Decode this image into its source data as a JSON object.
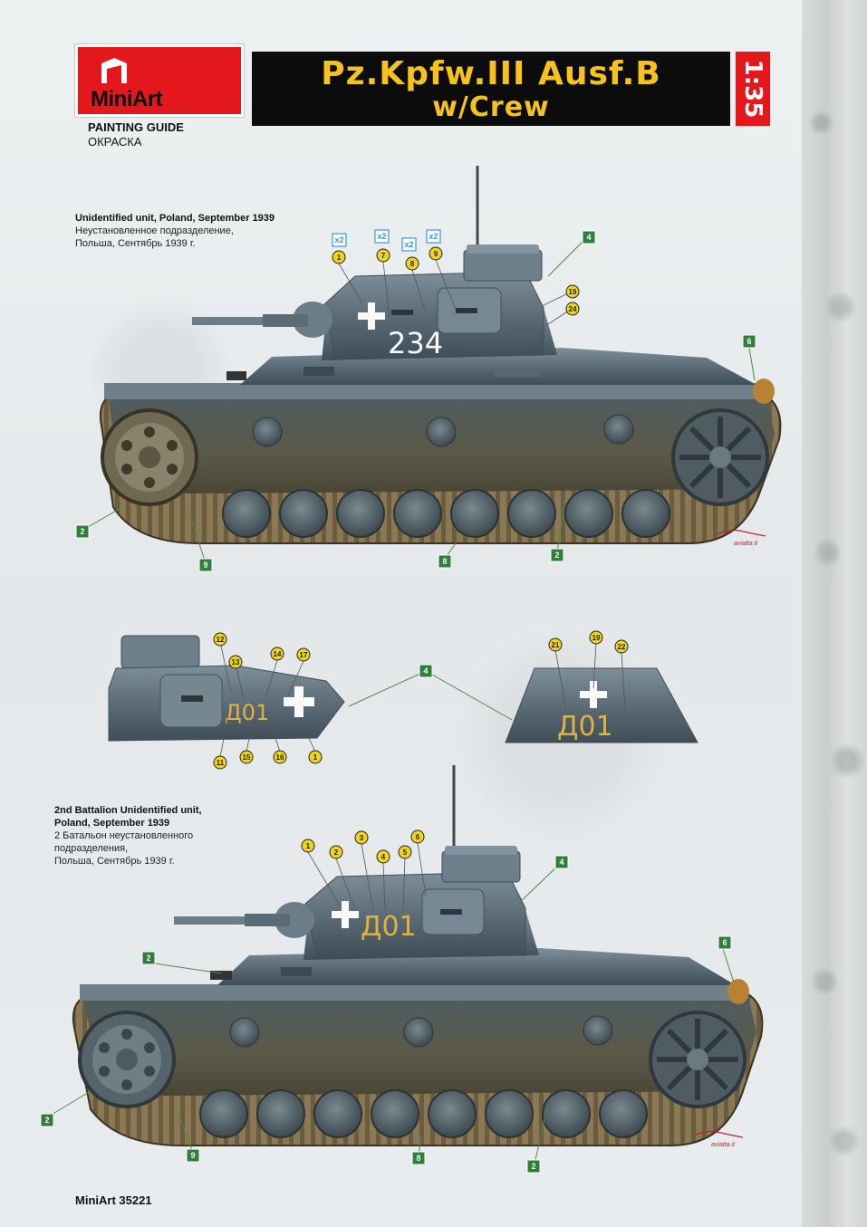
{
  "header": {
    "brand": "MiniArt",
    "title_line1": "Pz.Kpfw.III Ausf.B",
    "title_line2": "w/Crew",
    "scale": "1:35",
    "painting_guide_en": "PAINTING GUIDE",
    "painting_guide_ru": "ОКРАСКА"
  },
  "colors": {
    "brand_red": "#e3171c",
    "title_yellow": "#f7c21a",
    "hull_grey": "#5b6b75",
    "callout_yellow": "#f0d31b",
    "callout_green": "#2f7f3a",
    "marking_yellow": "#e3b23c"
  },
  "variant1": {
    "caption_en": "Unidentified unit, Poland, September 1939",
    "caption_ru_1": "Неустановленное подразделение,",
    "caption_ru_2": "Польша, Сентябрь 1939 г.",
    "turret_number": "234",
    "x2_labels": [
      "x2",
      "x2",
      "x2",
      "x2"
    ],
    "callouts": [
      "1",
      "7",
      "8",
      "9",
      "19",
      "24"
    ],
    "green_callouts": [
      "4",
      "6",
      "2",
      "9",
      "8",
      "2"
    ]
  },
  "detail": {
    "turret_marking": "Д01",
    "rear_marking": "Д01",
    "left_callouts": [
      "12",
      "13",
      "14",
      "17",
      "11",
      "15",
      "16",
      "1"
    ],
    "right_callouts": [
      "21",
      "19",
      "22"
    ],
    "green_callout": "4"
  },
  "variant2": {
    "caption_en_1": "2nd Battalion Unidentified unit,",
    "caption_en_2": "Poland, September 1939",
    "caption_ru_1": "2 Батальон неустановленного",
    "caption_ru_2": "подразделения,",
    "caption_ru_3": "Польша, Сентябрь 1939 г.",
    "turret_marking": "Д01",
    "callouts": [
      "1",
      "2",
      "3",
      "4",
      "5",
      "6"
    ],
    "green_callouts": [
      "4",
      "2",
      "6",
      "2",
      "9",
      "8",
      "2"
    ]
  },
  "artist_sig": "aviatta.it",
  "footer": "MiniArt 35221"
}
